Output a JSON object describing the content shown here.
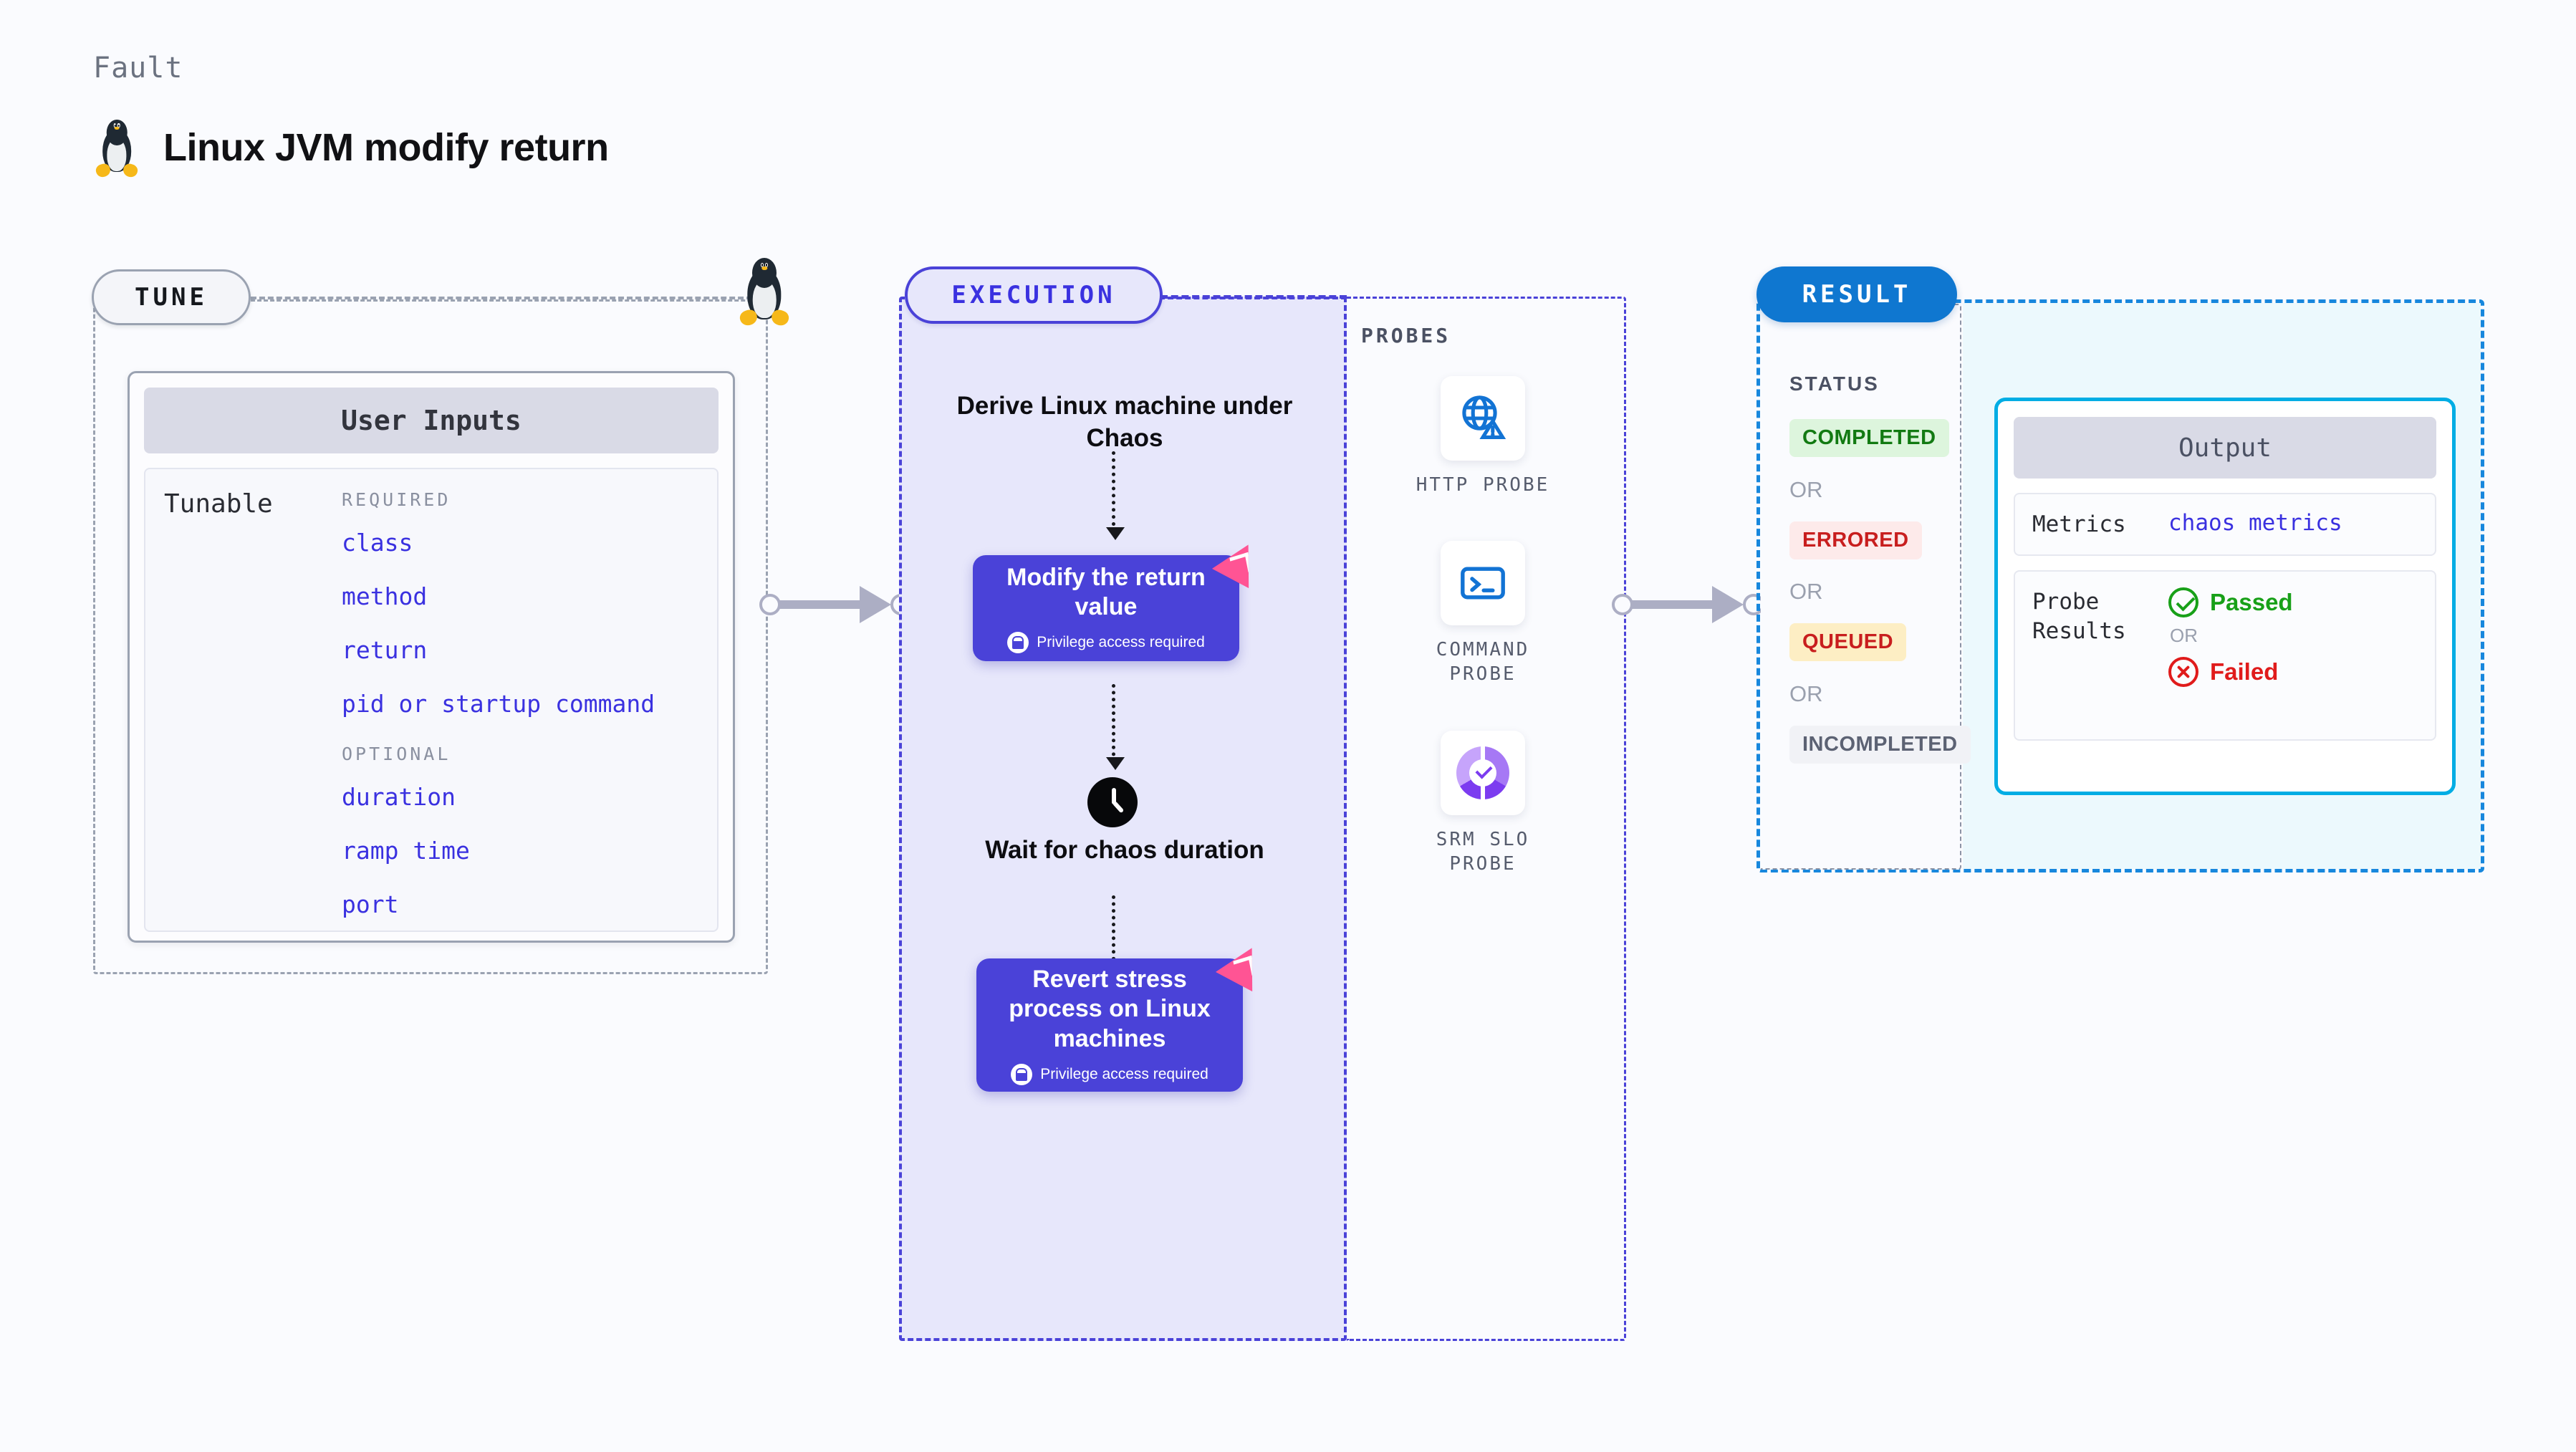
{
  "header": {
    "kicker": "Fault",
    "title": "Linux JVM modify return",
    "icon": "linux-penguin-icon"
  },
  "tune": {
    "badge": "TUNE",
    "card_title": "User Inputs",
    "tunable_label": "Tunable",
    "required_title": "REQUIRED",
    "optional_title": "OPTIONAL",
    "required": [
      "class",
      "method",
      "return",
      "pid or startup command"
    ],
    "optional": [
      "duration",
      "ramp time",
      "port"
    ]
  },
  "execution": {
    "badge": "EXECUTION",
    "step_derive": "Derive Linux machine under Chaos",
    "card_modify": {
      "title": "Modify the return value",
      "privilege": "Privilege access required"
    },
    "step_wait": "Wait for chaos duration",
    "card_revert": {
      "title": "Revert stress process on Linux machines",
      "privilege": "Privilege access required"
    }
  },
  "probes": {
    "title": "PROBES",
    "items": [
      {
        "name": "HTTP PROBE",
        "icon": "globe-warning-icon"
      },
      {
        "name": "COMMAND PROBE",
        "icon": "terminal-icon"
      },
      {
        "name": "SRM SLO PROBE",
        "icon": "slo-donut-check-icon"
      }
    ]
  },
  "result": {
    "badge": "RESULT",
    "status_title": "STATUS",
    "or_label": "OR",
    "statuses": [
      {
        "label": "COMPLETED",
        "color": "#127a12"
      },
      {
        "label": "ERRORED",
        "color": "#c81e1e"
      },
      {
        "label": "QUEUED",
        "color": "#c81e1e"
      },
      {
        "label": "INCOMPLETED",
        "color": "#5c6273"
      }
    ],
    "output": {
      "title": "Output",
      "metrics_key": "Metrics",
      "metrics_value": "chaos metrics",
      "probe_key": "Probe Results",
      "passed": "Passed",
      "failed": "Failed",
      "or_label": "OR"
    }
  },
  "colors": {
    "page_background": "#fafbfe",
    "execution_accent": "#4a42d8",
    "execution_background": "#e7e7fb",
    "result_accent": "#0f77d0",
    "output_accent": "#00ade4",
    "output_background": "#ecf9fd",
    "tune_accent": "#9aa2b1",
    "tunable_text": "#3a31e0",
    "harness_mark": "#ff5494"
  }
}
